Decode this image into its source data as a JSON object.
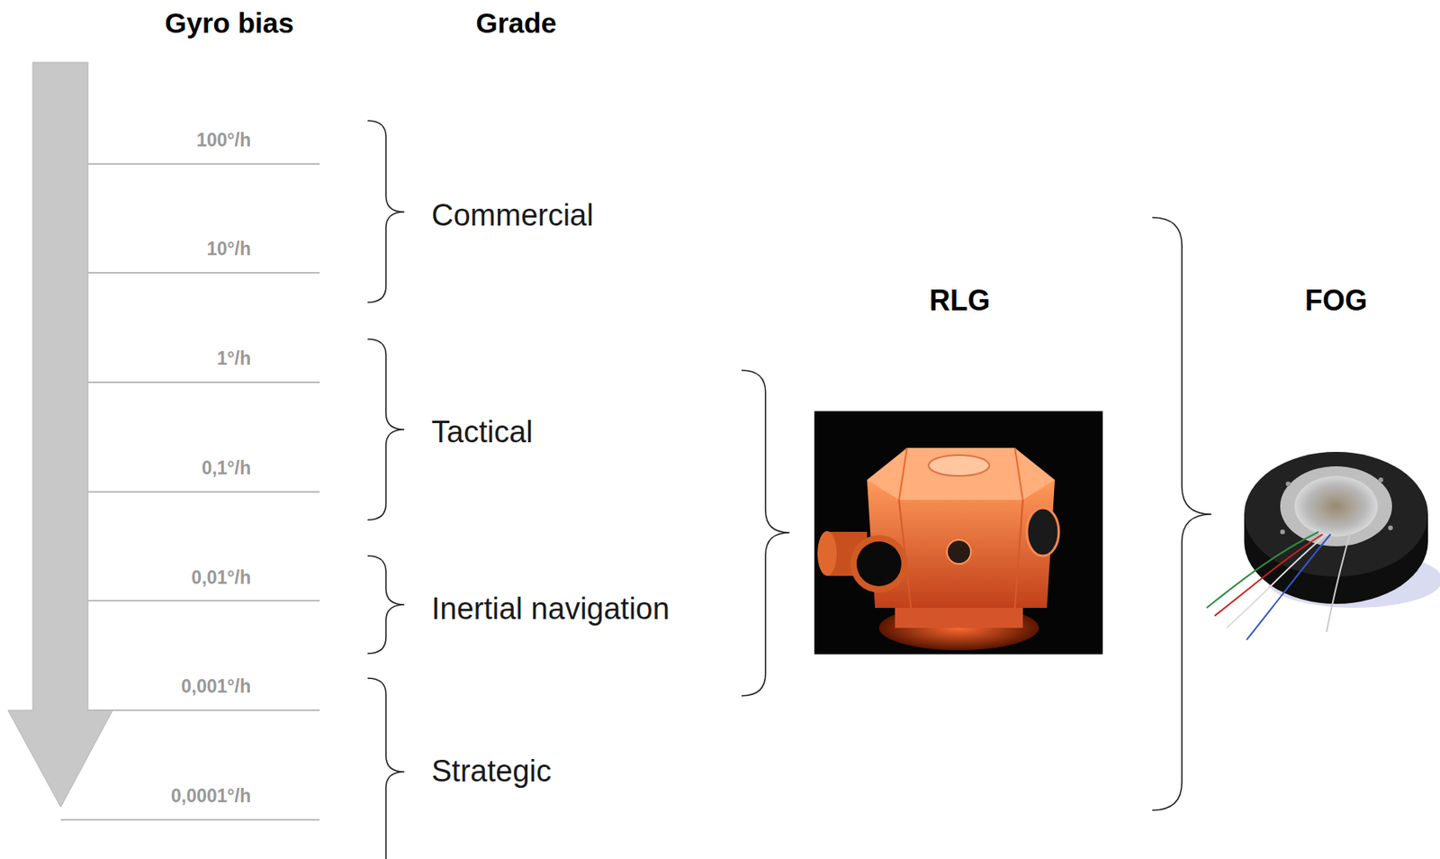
{
  "diagram": {
    "labels": [
      "Gyro bias",
      "Grade",
      "100°/h",
      "10°/h",
      "1°/h",
      "0,1°/h",
      "0,01°/h",
      "0,001°/h",
      "0,0001°/h",
      "Commercial",
      "Tactical",
      "Inertial navigation",
      "Strategic",
      "RLG",
      "FOG"
    ]
  }
}
